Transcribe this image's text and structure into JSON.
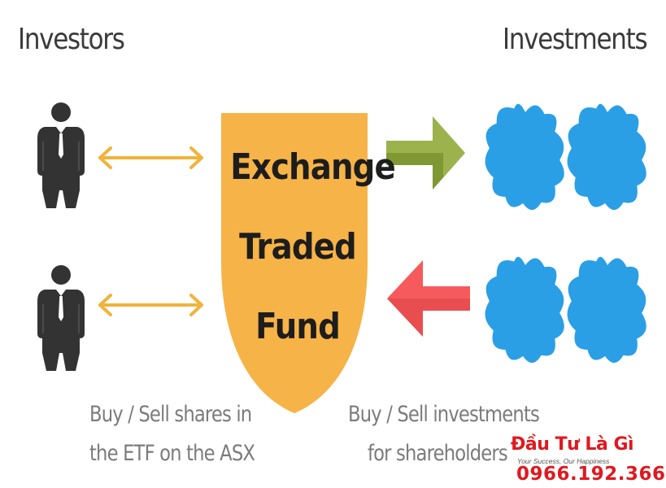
{
  "titles": {
    "investors": "Investors",
    "investments": "Investments"
  },
  "etf": {
    "line1": "Exchange",
    "line2": "Traded",
    "line3": "Fund"
  },
  "captions": {
    "left_line1": "Buy / Sell shares in",
    "left_line2": "the ETF on the ASX",
    "right_line1": "Buy / Sell investments",
    "right_line2": "for shareholders"
  },
  "watermark": {
    "name": "Đầu Tư Là Gì",
    "tagline": "Your Success, Our Happiness",
    "phone": "0966.192.366"
  },
  "colors": {
    "fund": "#f6b347",
    "double_arrow": "#f1b33a",
    "arrow_out": "#8ea83f",
    "arrow_in": "#f65a5c",
    "investment_cloud": "#2a9fe6",
    "person": "#333333",
    "watermark_red": "#e0191f"
  },
  "icons": {
    "investor": "person-icon",
    "investment": "cloud-icon"
  }
}
